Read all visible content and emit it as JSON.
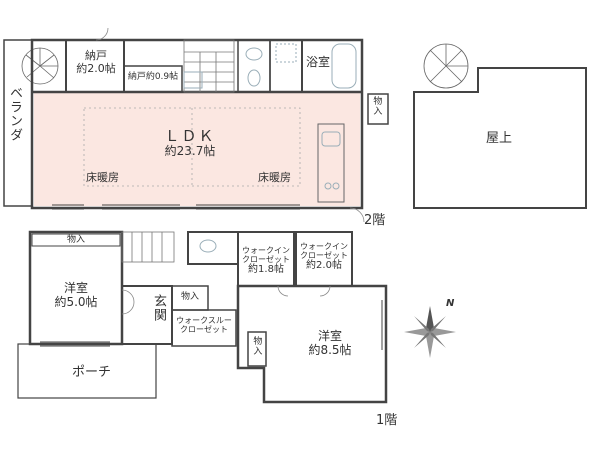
{
  "floors": {
    "second": {
      "floor_label": "2階",
      "rooms": {
        "veranda": "ベランダ",
        "storage": {
          "name": "納戸",
          "size": "約2.0帖"
        },
        "storage_small": "納戸約0.9帖",
        "bathroom": "浴室",
        "ldk": {
          "name": "ＬＤＫ",
          "size": "約23.7帖"
        },
        "floor_heating_left": "床暖房",
        "floor_heating_right": "床暖房",
        "closet": "物入"
      }
    },
    "rooftop": {
      "label": "屋上"
    },
    "first": {
      "floor_label": "1階",
      "rooms": {
        "western_left": {
          "name": "洋室",
          "size": "約5.0帖"
        },
        "closet_top": "物入",
        "closet_entry": "物入",
        "closet_small": "物入",
        "entrance": "玄関",
        "walk_through": {
          "line1": "ウォークスルー",
          "line2": "クローゼット"
        },
        "wic_1": {
          "line1": "ウォークイン",
          "line2": "クローゼット",
          "size": "約1.8帖"
        },
        "wic_2": {
          "line1": "ウォークイン",
          "line2": "クローゼット",
          "size": "約2.0帖"
        },
        "western_right": {
          "name": "洋室",
          "size": "約8.5帖"
        },
        "porch": "ポーチ"
      }
    }
  },
  "compass": {
    "north_label": "N"
  },
  "colors": {
    "ldk_fill": "#fbe7e1",
    "wall": "#444444",
    "fixture": "#9aaeb8"
  }
}
